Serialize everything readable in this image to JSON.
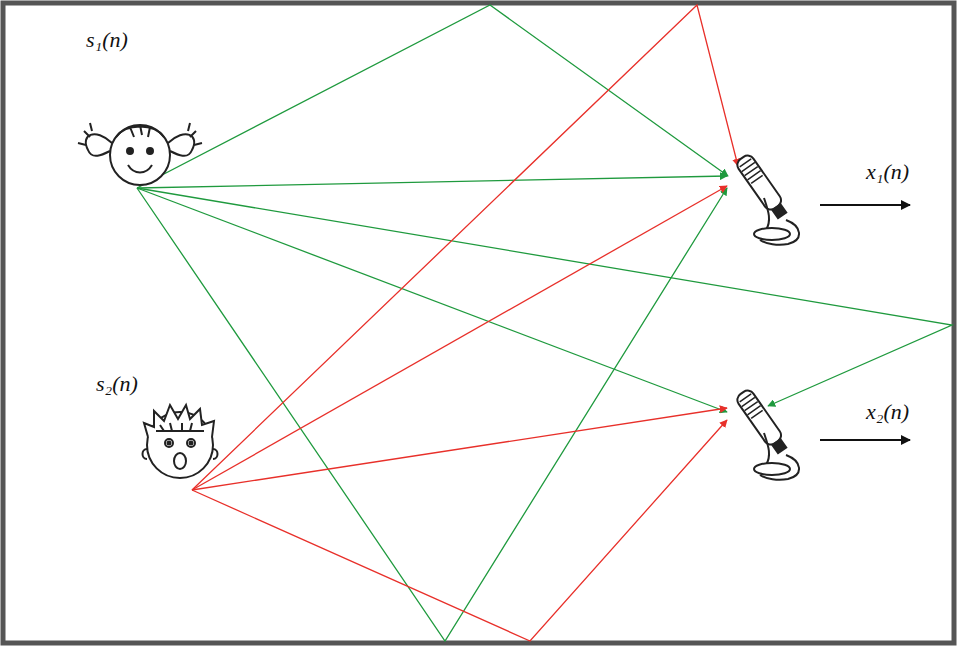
{
  "diagram": {
    "labels": [
      "s₁(n)",
      "s₂(n)",
      "x₁(n)",
      "x₂(n)"
    ]
  }
}
